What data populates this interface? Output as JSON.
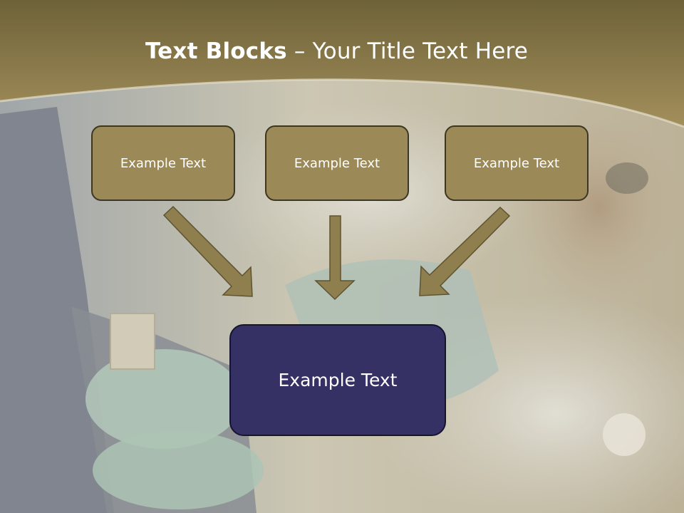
{
  "title": {
    "bold": "Text Blocks",
    "rest": "– Your Title Text Here"
  },
  "blocks": {
    "top": [
      "Example Text",
      "Example Text",
      "Example Text"
    ],
    "bottom": "Example Text"
  },
  "colors": {
    "header": "#8a7a46",
    "box": "#9b8a57",
    "box_border": "#3d3622",
    "main_box": "#353164",
    "arrow": "#8f7f4e"
  }
}
